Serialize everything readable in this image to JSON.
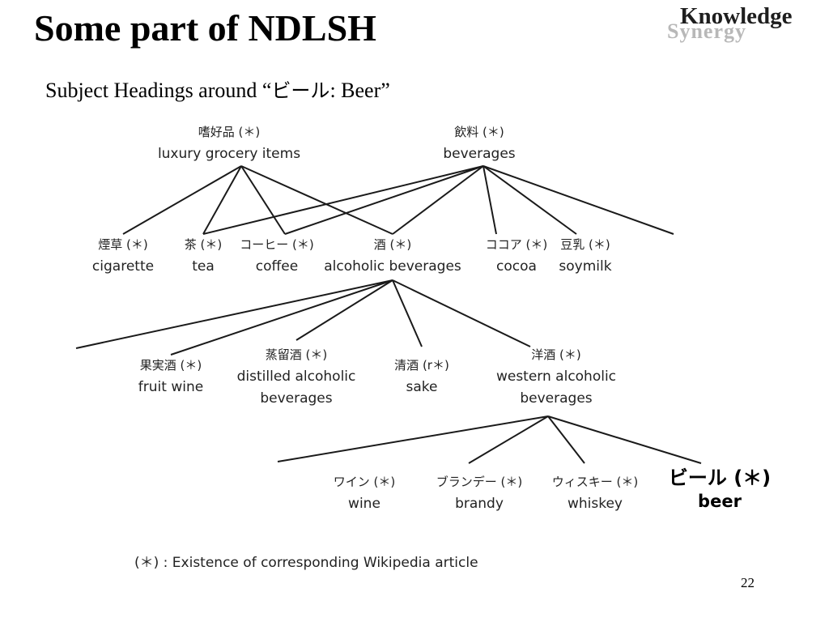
{
  "slide": {
    "title": "Some part of NDLSH",
    "subtitle_prefix": "Subject Headings around  “",
    "subtitle_jp": "ビール",
    "subtitle_suffix": ": Beer”",
    "logo": {
      "line1": "Knowledge",
      "line2": "Synergy"
    },
    "footnote": "(＊) : Existence of corresponding Wikipedia article",
    "page_number": "22"
  },
  "diagram": {
    "nodes": {
      "luxury": {
        "jp": "嗜好品 (＊)",
        "en": "luxury grocery items"
      },
      "beverages": {
        "jp": "飲料 (＊)",
        "en": "beverages"
      },
      "cigarette": {
        "jp": "煙草 (＊)",
        "en": "cigarette"
      },
      "tea": {
        "jp": "茶 (＊)",
        "en": "tea"
      },
      "coffee": {
        "jp": "コーヒー (＊)",
        "en": "coffee"
      },
      "alcoholic": {
        "jp": "酒 (＊)",
        "en": "alcoholic beverages"
      },
      "cocoa": {
        "jp": "ココア (＊)",
        "en": "cocoa"
      },
      "soymilk": {
        "jp": "豆乳 (＊)",
        "en": "soymilk"
      },
      "fruit_wine": {
        "jp": "果実酒 (＊)",
        "en": "fruit wine"
      },
      "distilled": {
        "jp": "蒸留酒 (＊)",
        "en1": "distilled alcoholic",
        "en2": "beverages"
      },
      "sake": {
        "jp": "清酒 (r＊)",
        "en": "sake"
      },
      "western": {
        "jp": "洋酒 (＊)",
        "en1": "western alcoholic",
        "en2": "beverages"
      },
      "wine": {
        "jp": "ワイン (＊)",
        "en": "wine"
      },
      "brandy": {
        "jp": "ブランデー (＊)",
        "en": "brandy"
      },
      "whiskey": {
        "jp": "ウィスキー (＊)",
        "en": "whiskey"
      },
      "beer": {
        "jp": "ビール (＊)",
        "en": "beer"
      }
    },
    "line_color": "#1a1a1a"
  }
}
